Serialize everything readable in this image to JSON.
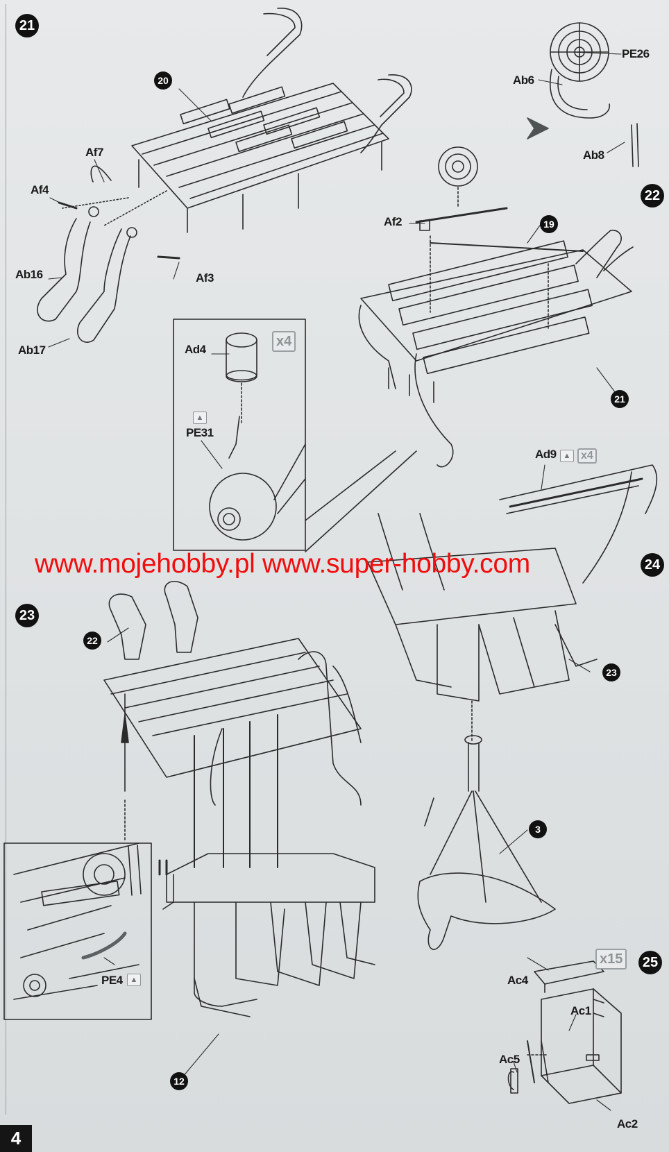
{
  "steps": {
    "s21": "21",
    "s22": "22",
    "s23": "23",
    "s24": "24",
    "s25": "25"
  },
  "callouts": {
    "c20": "20",
    "c19": "19",
    "c21": "21",
    "c22": "22",
    "c23": "23",
    "c3": "3",
    "c12": "12"
  },
  "labels": {
    "af7": "Af7",
    "af4": "Af4",
    "ab16": "Ab16",
    "ab17": "Ab17",
    "af3": "Af3",
    "ad4": "Ad4",
    "pe31": "PE31",
    "pe26": "PE26",
    "ab6": "Ab6",
    "ab8": "Ab8",
    "af2": "Af2",
    "ad9": "Ad9",
    "pe4": "PE4",
    "ac4": "Ac4",
    "ac1": "Ac1",
    "ac5": "Ac5",
    "ac2": "Ac2"
  },
  "quantities": {
    "ad4_qty": "x4",
    "ad9_qty": "x4",
    "ac_qty": "x15"
  },
  "watermark": "www.mojehobby.pl www.super-hobby.com",
  "page_number": "4",
  "colors": {
    "watermark": "#f10d0d",
    "line_art": "#2b2b2b",
    "badge": "#111111"
  }
}
